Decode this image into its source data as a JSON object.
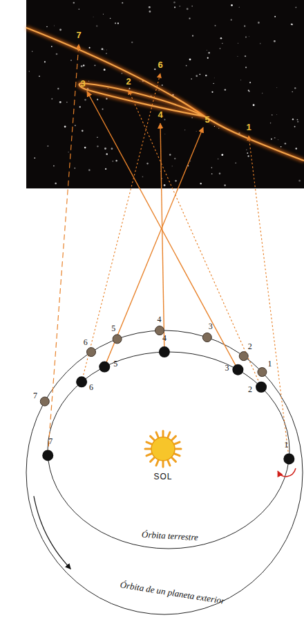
{
  "diagram": {
    "labels": [
      "7",
      "6",
      "3",
      "2",
      "5",
      "4",
      "1",
      "5",
      "4",
      "3",
      "2",
      "1",
      "6",
      "7",
      "4",
      "3",
      "2",
      "5",
      "6",
      "7",
      "1",
      "SOL",
      "Órbita terrestre",
      "Órbita de un planeta exterior"
    ]
  }
}
